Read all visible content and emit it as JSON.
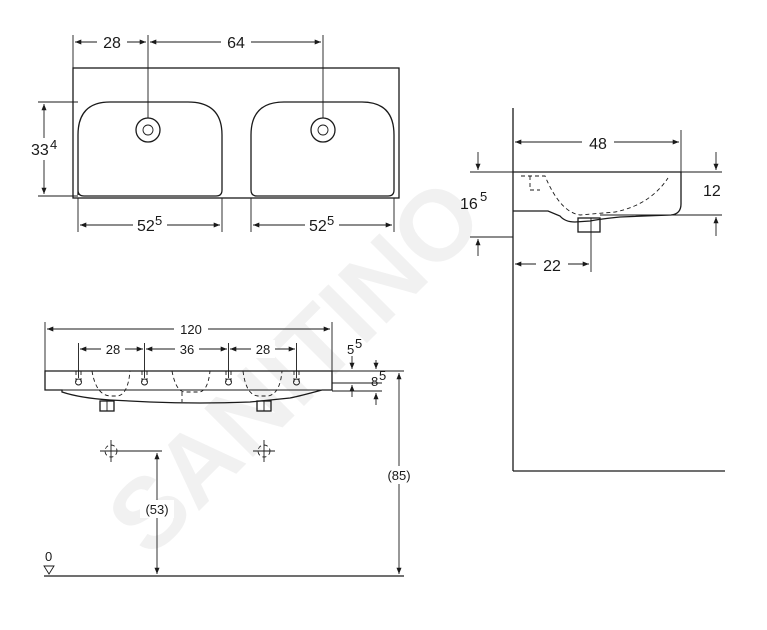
{
  "watermark": {
    "text": "SANITINO",
    "color": "#e3e3e3"
  },
  "top_view": {
    "dim_28": "28",
    "dim_64": "64",
    "dim_33": "33",
    "dim_33_sup": "4",
    "dim_52_left": "52",
    "dim_52_left_sup": "5",
    "dim_52_right": "52",
    "dim_52_right_sup": "5"
  },
  "side_view": {
    "dim_48": "48",
    "dim_16": "16",
    "dim_16_sup": "5",
    "dim_12": "12",
    "dim_22": "22"
  },
  "front_view": {
    "dim_120": "120",
    "dim_28_left": "28",
    "dim_36": "36",
    "dim_28_right": "28",
    "dim_5": "5",
    "dim_5_sup": "5",
    "dim_8": "8",
    "dim_8_sup": "5",
    "dim_85": "(85)",
    "dim_53": "(53)",
    "floor_zero": "0"
  }
}
